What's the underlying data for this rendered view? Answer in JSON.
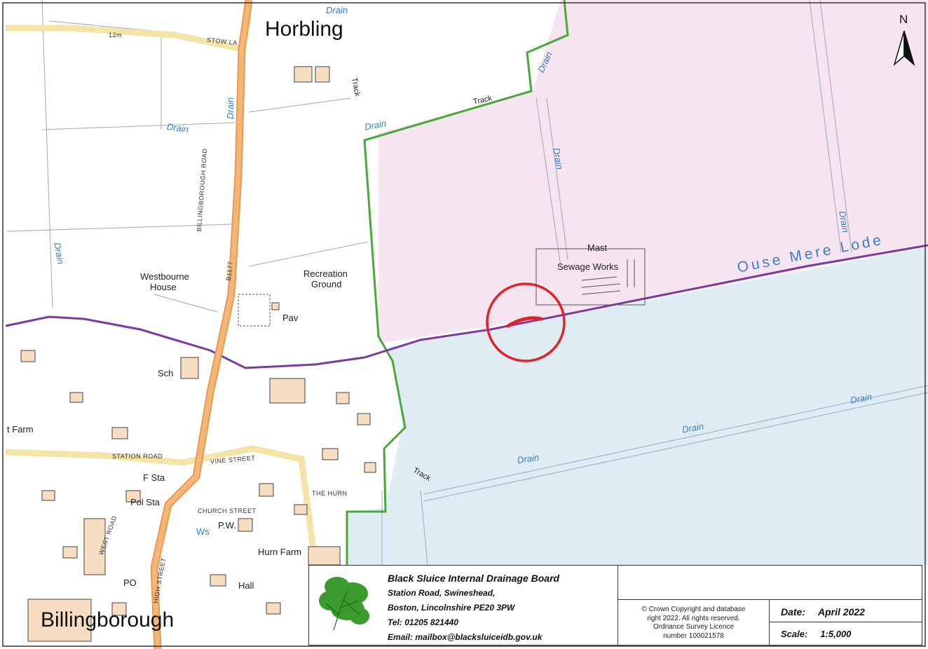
{
  "map": {
    "north_letter": "N",
    "towns": {
      "north": "Horbling",
      "south": "Billingborough"
    },
    "places": {
      "westbourne_1": "Westbourne",
      "westbourne_2": "House",
      "recreation_1": "Recreation",
      "recreation_2": "Ground",
      "pav": "Pav",
      "sch": "Sch",
      "mast": "Mast",
      "sewage_works": "Sewage Works",
      "hurn_farm": "Hurn Farm",
      "hall": "Hall",
      "fsta": "F Sta",
      "polsta": "Pol Sta",
      "pw": "P.W.",
      "po": "PO",
      "ws": "Ws",
      "farm": "t Farm",
      "spot_12m": "12m"
    },
    "roads": {
      "b1177": "B1177",
      "billingborough_road": "BILLINGBOROUGH ROAD",
      "stow_lane": "STOW LA",
      "station_road": "STATION ROAD",
      "vine_street": "VINE STREET",
      "church_street": "CHURCH STREET",
      "high_street": "HIGH STREET",
      "west_road": "WEST ROAD",
      "the_hurn": "THE HURN"
    },
    "water": {
      "lode": "Ouse Mere Lode",
      "drain": "Drain",
      "track": "Track"
    },
    "colors": {
      "pink_area": "#f6e4f0",
      "blue_area": "#e0ecf4",
      "boundary_purple": "#7a3aa0",
      "boundary_green": "#49a83a",
      "road_orange": "#f0a45a",
      "road_yellow": "#f4e4a6",
      "building": "#f6dcc0",
      "site_circle": "#e0232a"
    }
  },
  "titleblock": {
    "org_name": "Black Sluice Internal Drainage Board",
    "address_1": "Station Road, Swineshead,",
    "address_2": "Boston, Lincolnshire PE20 3PW",
    "tel": "Tel: 01205 821440",
    "email": "Email: mailbox@blacksluiceidb.gov.uk",
    "copyright_1": "© Crown Copyright and database",
    "copyright_2": "right 2022. All rights reserved.",
    "copyright_3": "Ordnance Survey Licence",
    "copyright_4": "number 100021578",
    "date_label": "Date:",
    "date_value": "April 2022",
    "scale_label": "Scale:",
    "scale_value": "1:5,000"
  }
}
